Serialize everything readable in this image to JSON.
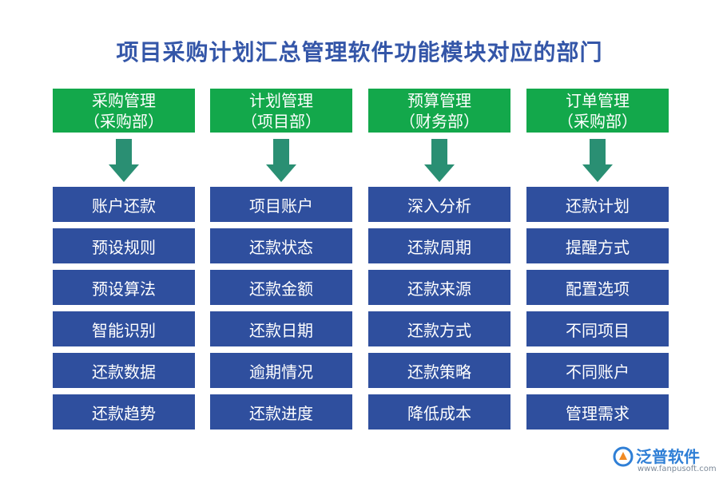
{
  "title": "项目采购计划汇总管理软件功能模块对应的部门",
  "colors": {
    "title": "#3456a8",
    "header_bg": "#13a84b",
    "arrow": "#2a8f73",
    "item_bg": "#2f4f9e",
    "logo": "#2f7fd6"
  },
  "columns": [
    {
      "name": "采购管理",
      "department": "（采购部）",
      "items": [
        "账户还款",
        "预设规则",
        "预设算法",
        "智能识别",
        "还款数据",
        "还款趋势"
      ]
    },
    {
      "name": "计划管理",
      "department": "（项目部）",
      "items": [
        "项目账户",
        "还款状态",
        "还款金额",
        "还款日期",
        "逾期情况",
        "还款进度"
      ]
    },
    {
      "name": "预算管理",
      "department": "（财务部）",
      "items": [
        "深入分析",
        "还款周期",
        "还款来源",
        "还款方式",
        "还款策略",
        "降低成本"
      ]
    },
    {
      "name": "订单管理",
      "department": "（采购部）",
      "items": [
        "还款计划",
        "提醒方式",
        "配置选项",
        "不同项目",
        "不同账户",
        "管理需求"
      ]
    }
  ],
  "logo": {
    "name": "泛普软件",
    "url": "www.fanpusoft.com",
    "icon": "fanpu-logo-icon"
  }
}
